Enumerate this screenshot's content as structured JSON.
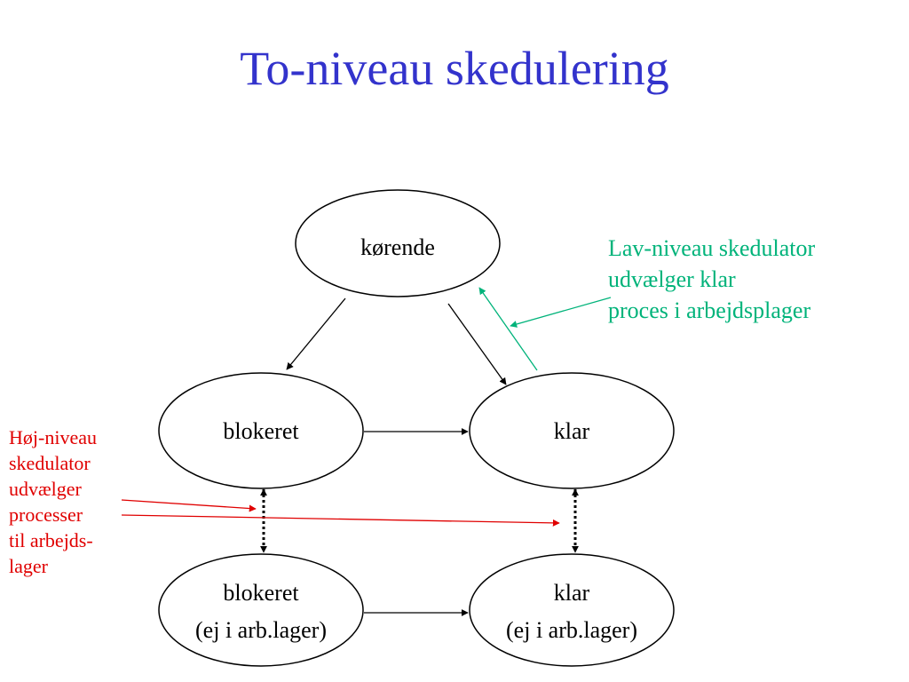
{
  "title": "To-niveau skedulering",
  "nodes": {
    "running": {
      "label": "kørende"
    },
    "blocked": {
      "label": "blokeret"
    },
    "ready": {
      "label": "klar"
    },
    "blocked_swapped": {
      "label_line1": "blokeret",
      "label_line2": "(ej i arb.lager)"
    },
    "ready_swapped": {
      "label_line1": "klar",
      "label_line2": "(ej i arb.lager)"
    }
  },
  "notes": {
    "low_level": {
      "lines": [
        "Lav-niveau skedulator",
        "udvælger klar",
        "proces i arbejdsplager"
      ],
      "color": "#00b37a"
    },
    "high_level": {
      "lines": [
        "Høj-niveau",
        "skedulator",
        "udvælger",
        "processer",
        "til arbejds-",
        "lager"
      ],
      "color": "#e00000"
    }
  },
  "colors": {
    "title": "#3333cc",
    "edges": "#000000"
  }
}
